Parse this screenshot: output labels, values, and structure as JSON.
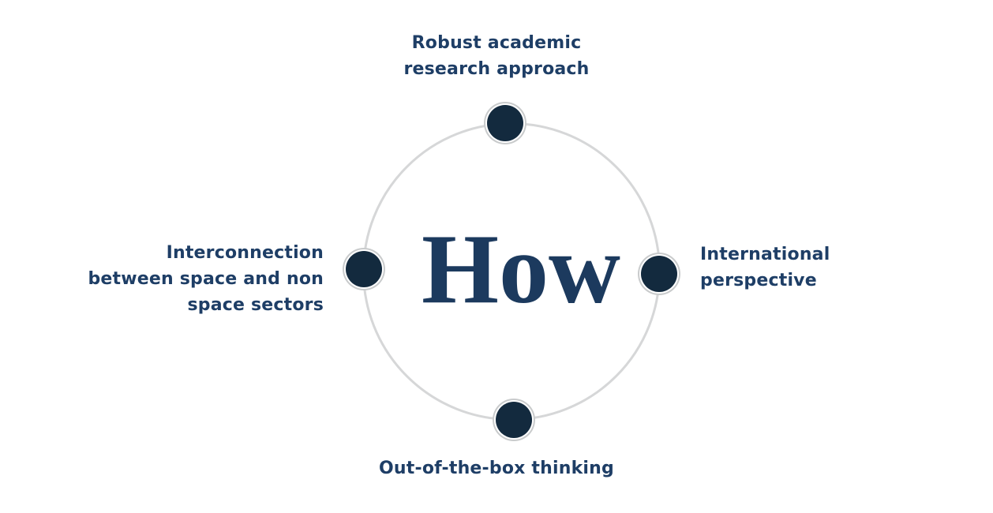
{
  "center": {
    "word": "How"
  },
  "labels": {
    "top": {
      "lines": [
        "Robust academic",
        "research approach"
      ]
    },
    "right": {
      "lines": [
        "International",
        "perspective"
      ]
    },
    "bottom": {
      "lines": [
        "Out-of-the-box thinking"
      ]
    },
    "left": {
      "lines": [
        "Interconnection",
        "between space and non",
        "space sectors"
      ]
    }
  },
  "icons": {
    "top": "filled-circle-node",
    "right": "filled-circle-node",
    "bottom": "filled-circle-node",
    "left": "filled-circle-node"
  },
  "colors": {
    "background": "#ffffff",
    "label_text": "#1e3e66",
    "center_word": "#1c3a5e",
    "node_dot": "#132a3e",
    "orbit_stroke": "#d6d7d8",
    "dot_ring": "#c9cbcc"
  }
}
